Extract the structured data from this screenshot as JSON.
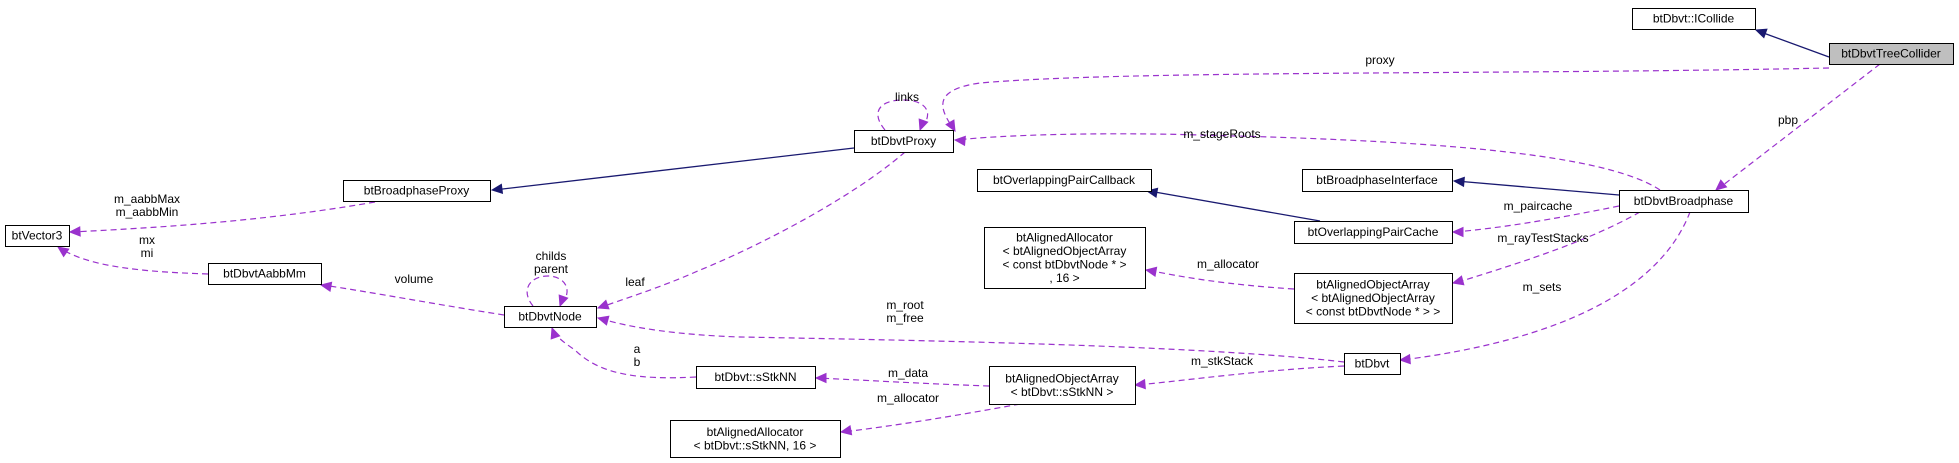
{
  "diagram": {
    "nodes": {
      "icollide": [
        "btDbvt::ICollide"
      ],
      "treecollider": [
        "btDbvtTreeCollider"
      ],
      "proxy": [
        "btDbvtProxy"
      ],
      "bpproxy": [
        "btBroadphaseProxy"
      ],
      "vector3": [
        "btVector3"
      ],
      "aabbmm": [
        "btDbvtAabbMm"
      ],
      "node": [
        "btDbvtNode"
      ],
      "ovlcb": [
        "btOverlappingPairCallback"
      ],
      "bpiface": [
        "btBroadphaseInterface"
      ],
      "dbvtbp": [
        "btDbvtBroadphase"
      ],
      "ovlcache": [
        "btOverlappingPairCache"
      ],
      "alloc1": [
        "btAlignedAllocator",
        "< btAlignedObjectArray",
        "< const btDbvtNode * >",
        ", 16 >"
      ],
      "arr1": [
        "btAlignedObjectArray",
        "< btAlignedObjectArray",
        "< const btDbvtNode * > >"
      ],
      "dbvt": [
        "btDbvt"
      ],
      "stknn": [
        "btDbvt::sStkNN"
      ],
      "arr2": [
        "btAlignedObjectArray",
        "< btDbvt::sStkNN >"
      ],
      "alloc2": [
        "btAlignedAllocator",
        "< btDbvt::sStkNN, 16 >"
      ]
    },
    "edge_labels": {
      "proxy": "proxy",
      "links": "links",
      "pbp": "pbp",
      "m_stageRoots": "m_stageRoots",
      "m_aabbMax_min": [
        "m_aabbMax",
        "m_aabbMin"
      ],
      "mx_mi": [
        "mx",
        "mi"
      ],
      "childs_parent": [
        "childs",
        "parent"
      ],
      "volume": "volume",
      "leaf": "leaf",
      "m_paircache": "m_paircache",
      "m_rayTestStacks": "m_rayTestStacks",
      "m_allocator1": "m_allocator",
      "m_sets": "m_sets",
      "m_root_free": [
        "m_root",
        "m_free"
      ],
      "a_b": [
        "a",
        "b"
      ],
      "m_stkStack": "m_stkStack",
      "m_data": "m_data",
      "m_allocator2": "m_allocator"
    }
  }
}
